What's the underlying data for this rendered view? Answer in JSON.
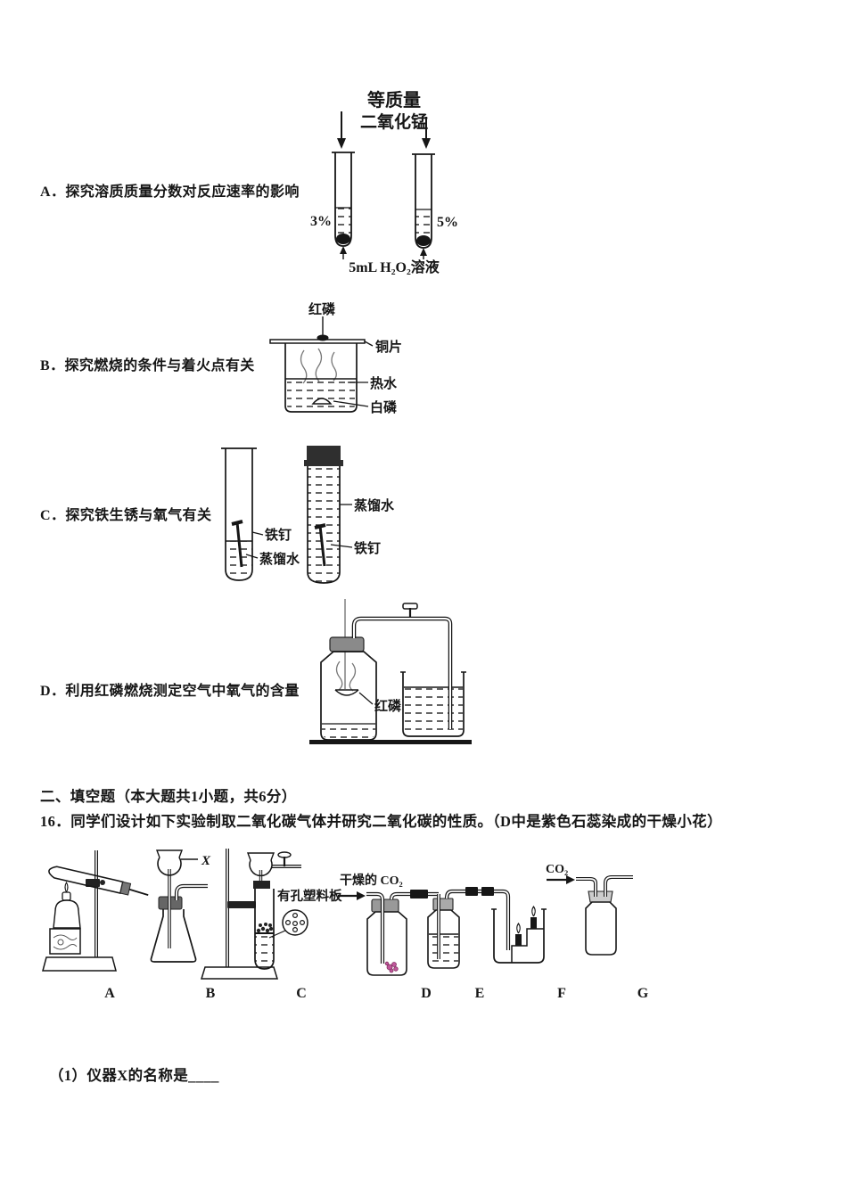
{
  "colors": {
    "ink": "#161616",
    "flower": "#c0569c",
    "accent_gray": "#999999"
  },
  "exp_a": {
    "caption": "A．探究溶质质量分数对反应速率的影响",
    "top_line1": "等质量",
    "top_line2": "二氧化锰",
    "left_conc": "3%",
    "right_conc": "5%",
    "bottom_label": "5mL H₂O₂溶液"
  },
  "exp_b": {
    "caption": "B．探究燃烧的条件与着火点有关",
    "red_p": "红磷",
    "copper": "铜片",
    "hot_water": "热水",
    "white_p": "白磷"
  },
  "exp_c": {
    "caption": "C．探究铁生锈与氧气有关",
    "nail_left": "铁钉",
    "water_left": "蒸馏水",
    "water_right": "蒸馏水",
    "nail_right": "铁钉"
  },
  "exp_d": {
    "caption": "D．利用红磷燃烧测定空气中氧气的含量",
    "red_p": "红磷"
  },
  "section2": {
    "heading": "二、填空题（本大题共1小题，共6分）",
    "q16": "16．同学们设计如下实验制取二氧化碳气体并研究二氧化碳的性质。（D中是紫色石蕊染成的干燥小花）",
    "apparatus": {
      "x_label": "X",
      "plate_label": "有孔塑料板",
      "dry_co2": "干燥的 CO₂",
      "co2": "CO₂",
      "letters": [
        "A",
        "B",
        "C",
        "D",
        "E",
        "F",
        "G"
      ]
    },
    "q1": "（1）仪器X的名称是____"
  }
}
